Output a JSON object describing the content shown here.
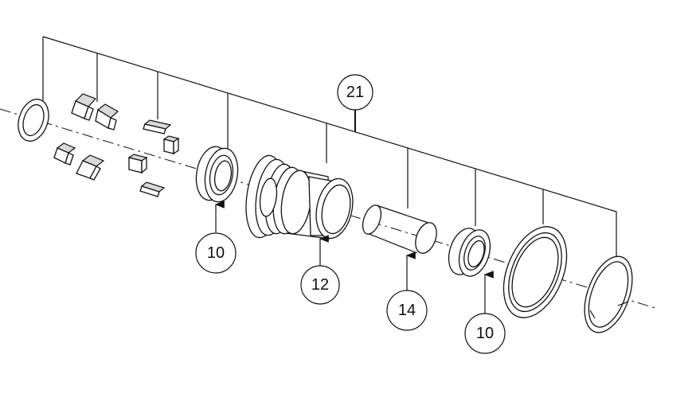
{
  "callouts": [
    {
      "id": "c21",
      "label": "21"
    },
    {
      "id": "c10a",
      "label": "10"
    },
    {
      "id": "c12",
      "label": "12"
    },
    {
      "id": "c14",
      "label": "14"
    },
    {
      "id": "c10b",
      "label": "10"
    }
  ],
  "colors": {
    "line": "#111111",
    "background": "#ffffff",
    "shade": "#d9d9d9"
  }
}
